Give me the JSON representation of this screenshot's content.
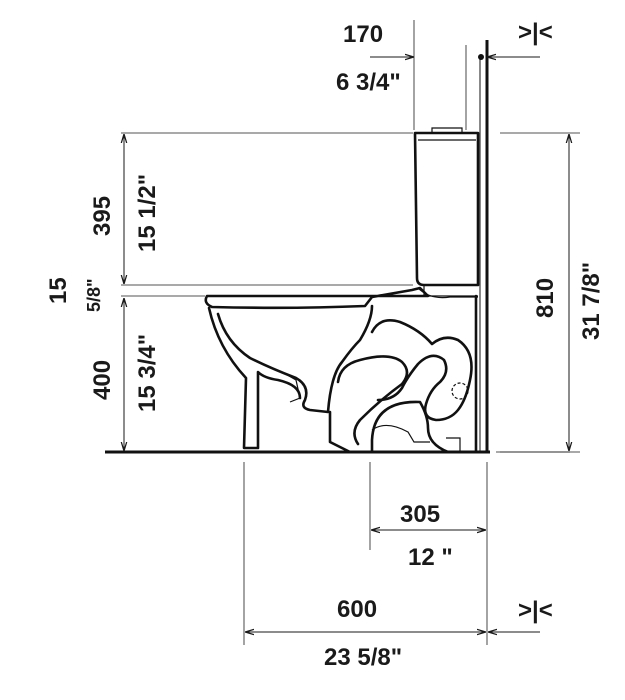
{
  "dimensions": {
    "wall_offset": {
      "mm": "170",
      "inch": "6 3/4\""
    },
    "tank_height": {
      "mm": "395",
      "inch": "15 1/2\""
    },
    "seat_gap": {
      "mm": "15",
      "inch": "5/8\""
    },
    "rim_height": {
      "mm": "400",
      "inch": "15 3/4\""
    },
    "total_height": {
      "mm": "810",
      "inch": "31 7/8\""
    },
    "rough_in": {
      "mm": "305",
      "inch": "12 \""
    },
    "total_depth": {
      "mm": "600",
      "inch": "23 5/8\""
    }
  },
  "symbols": {
    "gap_top": ">|<",
    "gap_bottom": ">|<"
  }
}
